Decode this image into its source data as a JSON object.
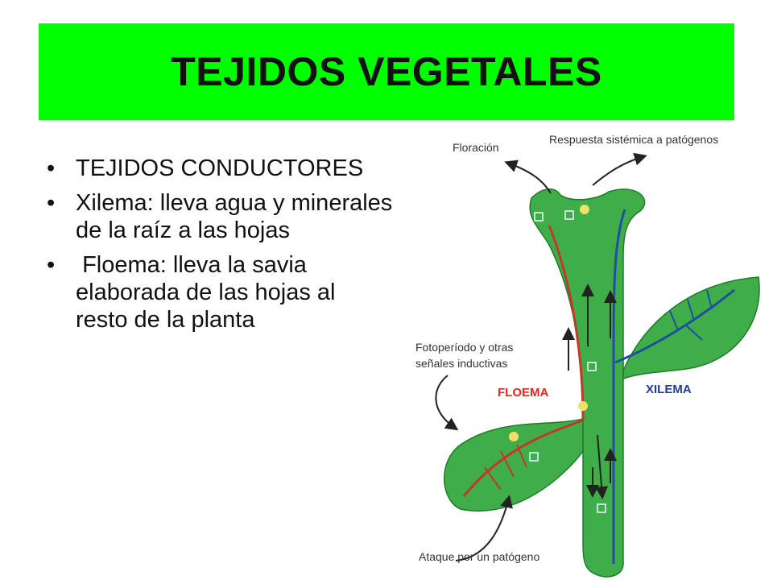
{
  "slide": {
    "title": "TEJIDOS VEGETALES",
    "bullets": [
      "TEJIDOS CONDUCTORES",
      "Xilema: lleva agua y minerales de la raíz a las hojas",
      " Floema: lleva la savia elaborada de las hojas al resto de la planta"
    ],
    "bullet_marker": "•"
  },
  "diagram": {
    "labels": {
      "floracion": "Floración",
      "respuesta": "Respuesta sistémica a  patógenos",
      "fotoperiodo_1": "Fotoperíodo y otras",
      "fotoperiodo_2": "señales inductivas",
      "floema": "FLOEMA",
      "xilema": "XILEMA",
      "ataque": "Ataque por un patógeno"
    },
    "colors": {
      "title_bg": "#00ff00",
      "plant_fill": "#3fae49",
      "plant_stroke": "#1f7a2a",
      "floema_color": "#e0281e",
      "xilema_color": "#1d3f9a",
      "phloem_line": "#c0392b",
      "xylem_line": "#1f4fa0",
      "arrow_color": "#222222"
    },
    "icons": [
      "square-marker-icon",
      "flower-icon"
    ]
  }
}
